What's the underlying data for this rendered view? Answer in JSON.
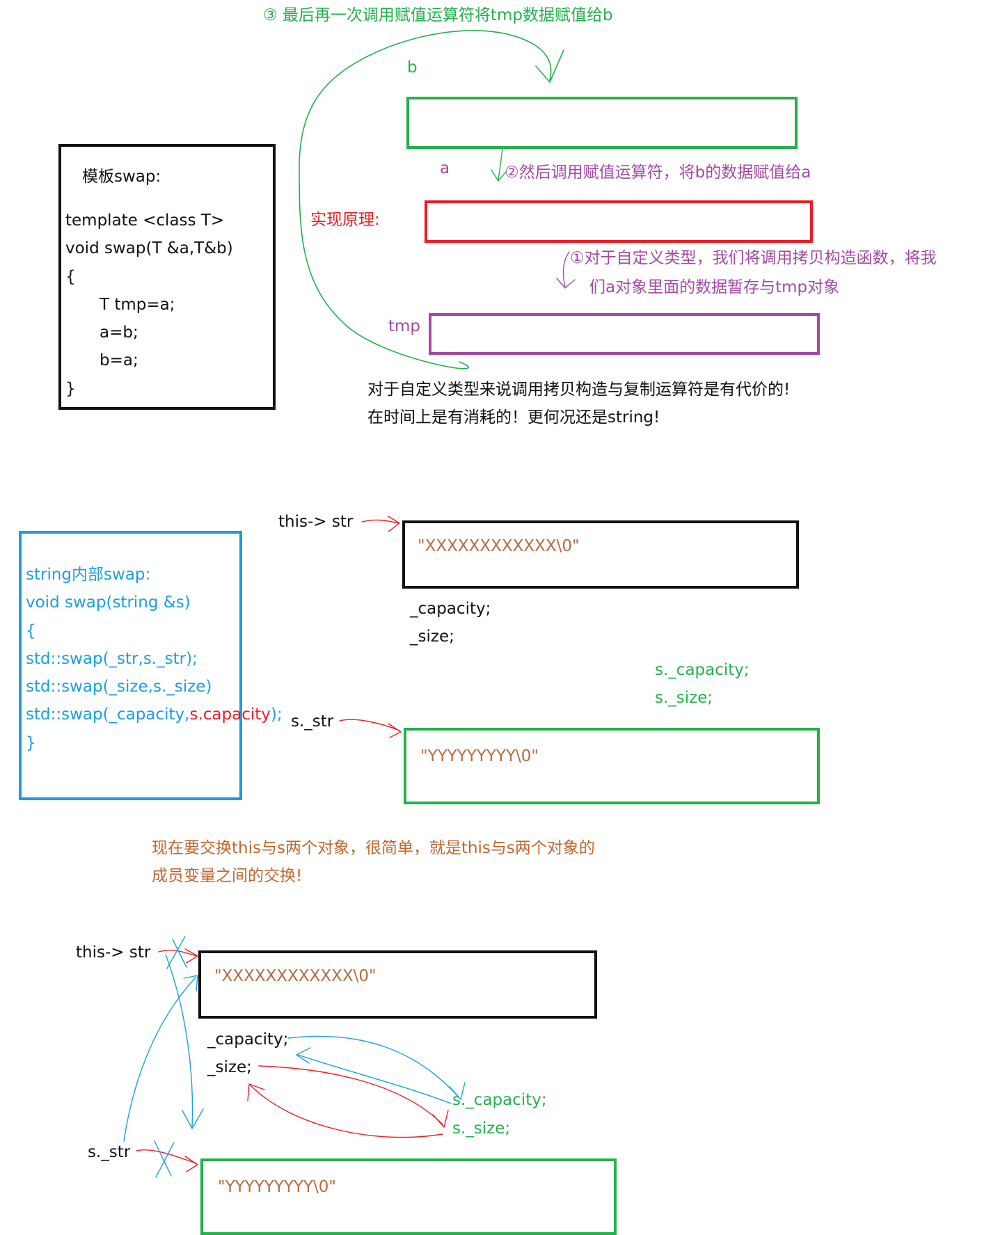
{
  "colors": {
    "black": "#111111",
    "green": "#22b14c",
    "red": "#ed1c24",
    "purple": "#a349a4",
    "blue": "#1b9ee0",
    "brown": "#b76b3e",
    "orange_text": "#c0662c"
  },
  "template_box": {
    "title": "模板swap:",
    "lines": [
      "template <class T>",
      "void swap(T &a,T&b)",
      "{",
      "T tmp=a;",
      "a=b;",
      "b=a;",
      "}"
    ]
  },
  "top": {
    "step3": "③ 最后再一次调用赋值运算符将tmp数据赋值给b",
    "label_b": "b",
    "label_a": "a",
    "step2": "②然后调用赋值运算符，将b的数据赋值给a",
    "principle": "实现原理:",
    "step1_line1": "①对于自定义类型，我们将调用拷贝构造函数，将我",
    "step1_line2": "们a对象里面的数据暂存与tmp对象",
    "label_tmp": "tmp",
    "note_line1": "对于自定义类型来说调用拷贝构造与复制运算符是有代价的!",
    "note_line2": "在时间上是有消耗的！更何况还是string!"
  },
  "string_box": {
    "lines": [
      "string内部swap:",
      "void swap(string &s)",
      "{",
      "std::swap(_str,s._str);",
      "std::swap(_size,s._size)",
      "std::swap(_capacity,",
      "}"
    ],
    "red_part": "s.capacity",
    "tail": ");"
  },
  "middle": {
    "this_str": "this->  str",
    "x_string": "\"XXXXXXXXXXXX\\0\"",
    "capacity": "_capacity;",
    "size": "_size;",
    "s_capacity": "s._capacity;",
    "s_size": "s._size;",
    "s_str": "s._str",
    "y_string": "\"YYYYYYYYY\\0\""
  },
  "explanation": {
    "line1": "现在要交换this与s两个对象，很简单，就是this与s两个对象的",
    "line2": "成员变量之间的交换!"
  },
  "bottom": {
    "this_str": "this->  str",
    "x_string": "\"XXXXXXXXXXXX\\0\"",
    "capacity": "_capacity;",
    "size": "_size;",
    "s_capacity": "s._capacity;",
    "s_size": "s._size;",
    "s_str": "s._str",
    "y_string": "\"YYYYYYYYY\\0\""
  }
}
